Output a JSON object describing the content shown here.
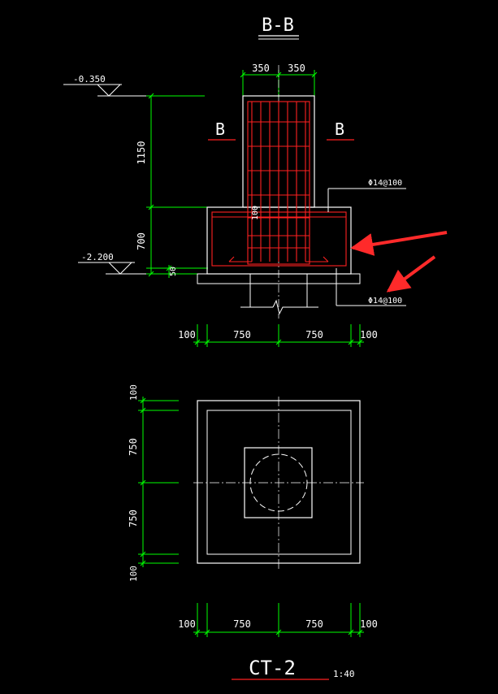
{
  "section": {
    "title": "B-B",
    "cut_label_left": "B",
    "cut_label_right": "B",
    "elevation_top": "-0.350",
    "elevation_bottom": "-2.200",
    "dim_top_left": "350",
    "dim_top_right": "350",
    "dim_vert_upper": "1150",
    "dim_vert_lower": "700",
    "dim_vert_cover": "50",
    "dim_inner_100": "100",
    "rebar_callout_1": "Φ14@100",
    "rebar_callout_2": "Φ14@100",
    "dim_bottom": [
      "100",
      "750",
      "750",
      "100"
    ]
  },
  "plan": {
    "title": "CT-2",
    "scale": "1:40",
    "dim_left": [
      "100",
      "750",
      "750",
      "100"
    ],
    "dim_bottom": [
      "100",
      "750",
      "750",
      "100"
    ]
  },
  "colors": {
    "background": "#000000",
    "line": "#ffffff",
    "dimension": "#00ff00",
    "rebar": "#ff2020",
    "arrow": "#ff2a2a"
  }
}
